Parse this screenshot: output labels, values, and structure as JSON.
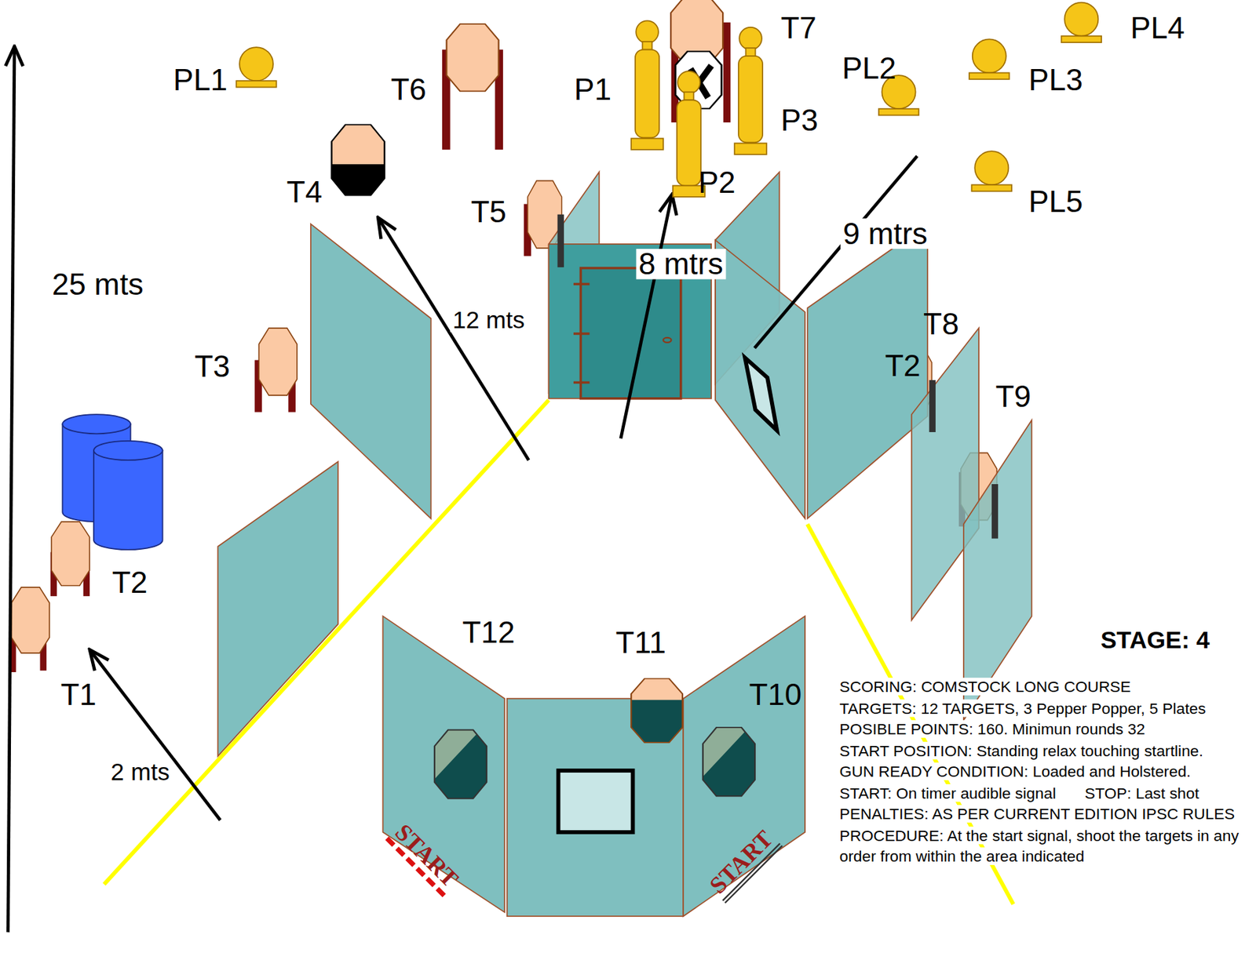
{
  "diagram": {
    "title": "STAGE: 4",
    "labels": [
      "PL1",
      "T6",
      "P1",
      "T7",
      "PL2",
      "PL3",
      "PL4",
      "P3",
      "P2",
      "PL5",
      "T4",
      "T5",
      "25 mts",
      "12 mts",
      "8 mtrs",
      "9 mtrs",
      "T8",
      "T3",
      "T2",
      "T9",
      "T2",
      "T1",
      "2 mts",
      "T12",
      "T11",
      "T10",
      "START",
      "START",
      "SCORING: COMSTOCK LONG COURSE",
      "TARGETS: 12 TARGETS, 3 Pepper Popper, 5 Plates",
      "POSIBLE POINTS: 160. Minimun rounds 32",
      "START POSITION: Standing relax touching startline.",
      "GUN READY CONDITION: Loaded and Holstered.",
      "START: On timer audible signal",
      "STOP: Last shot",
      "PENALTIES: AS PER CURRENT EDITION IPSC RULES",
      "PROCEDURE: At the start signal, shoot the targets in any order from within the area indicated"
    ]
  }
}
